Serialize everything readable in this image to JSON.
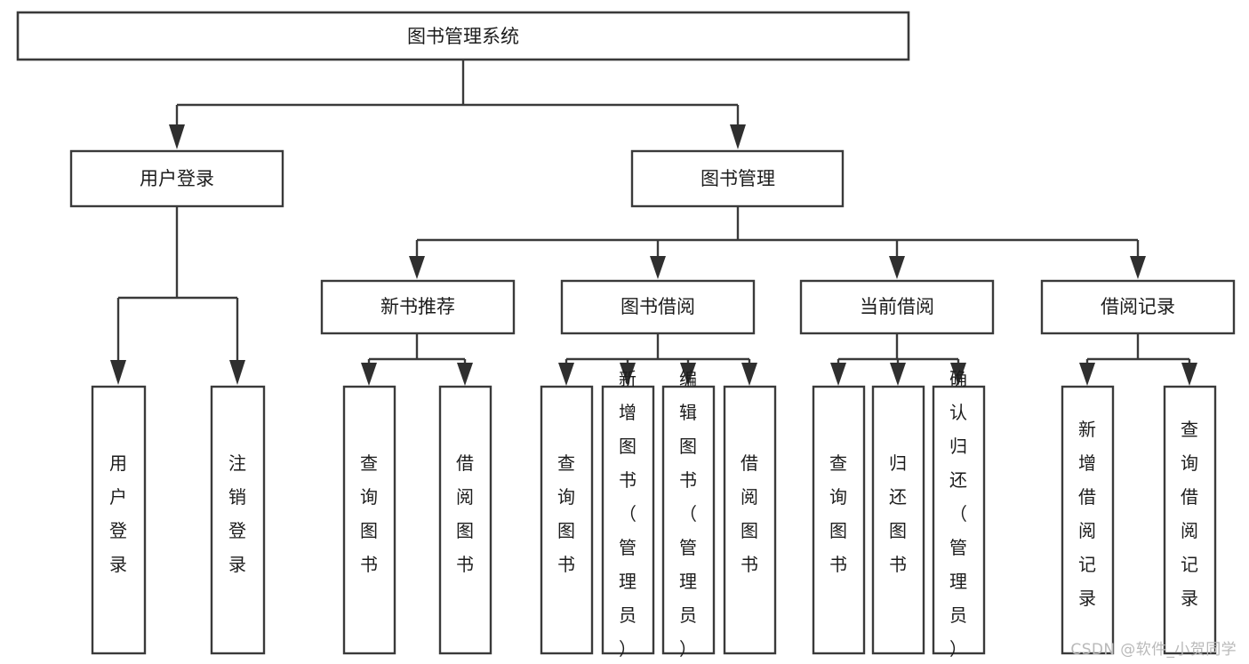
{
  "diagram": {
    "title": "图书管理系统",
    "type": "tree-hierarchy",
    "orientation": "top-down",
    "style": {
      "box_fill": "#ffffff",
      "box_stroke": "#3a3a3a",
      "connector_color": "#3a3a3a",
      "text_color": "#1c1c1c",
      "background": "#ffffff",
      "watermark_color": "#b9b9b9"
    }
  },
  "watermark": {
    "text": "CSDN @软件_小贺同学"
  },
  "nodes": {
    "root": {
      "label": "图书管理系统",
      "level": 0
    },
    "level1": [
      {
        "id": "user-login",
        "label": "用户登录"
      },
      {
        "id": "book-manage",
        "label": "图书管理"
      }
    ],
    "level2": [
      {
        "id": "new-book-recommend",
        "label": "新书推荐",
        "parent": "book-manage"
      },
      {
        "id": "book-borrow",
        "label": "图书借阅",
        "parent": "book-manage"
      },
      {
        "id": "current-borrow",
        "label": "当前借阅",
        "parent": "book-manage"
      },
      {
        "id": "borrow-record",
        "label": "借阅记录",
        "parent": "book-manage"
      }
    ],
    "leaves": {
      "user-login": [
        {
          "id": "leaf-user-login",
          "label": "用户登录"
        },
        {
          "id": "leaf-user-logout",
          "label": "注销登录"
        }
      ],
      "new-book-recommend": [
        {
          "id": "leaf-query-book-1",
          "label": "查询图书"
        },
        {
          "id": "leaf-borrow-book-1",
          "label": "借阅图书"
        }
      ],
      "book-borrow": [
        {
          "id": "leaf-query-book-2",
          "label": "查询图书"
        },
        {
          "id": "leaf-add-book",
          "label": "新增图书（管理员）"
        },
        {
          "id": "leaf-edit-book",
          "label": "编辑图书（管理员）"
        },
        {
          "id": "leaf-borrow-book-2",
          "label": "借阅图书"
        }
      ],
      "current-borrow": [
        {
          "id": "leaf-query-book-3",
          "label": "查询图书"
        },
        {
          "id": "leaf-return-book",
          "label": "归还图书"
        },
        {
          "id": "leaf-confirm-return",
          "label": "确认归还（管理员）"
        }
      ],
      "borrow-record": [
        {
          "id": "leaf-add-record",
          "label": "新增借阅记录"
        },
        {
          "id": "leaf-query-record",
          "label": "查询借阅记录"
        }
      ]
    }
  }
}
